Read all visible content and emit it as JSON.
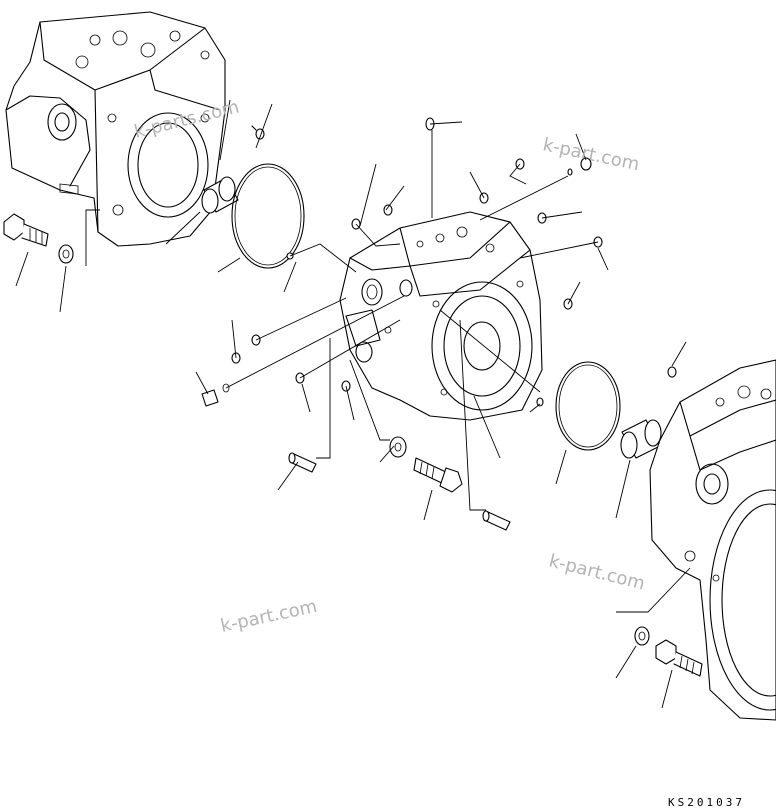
{
  "watermarks": [
    "k-parts.com",
    "k-part.com",
    "k-part.com",
    "k-part.com"
  ],
  "drawing_code": "KS201037"
}
